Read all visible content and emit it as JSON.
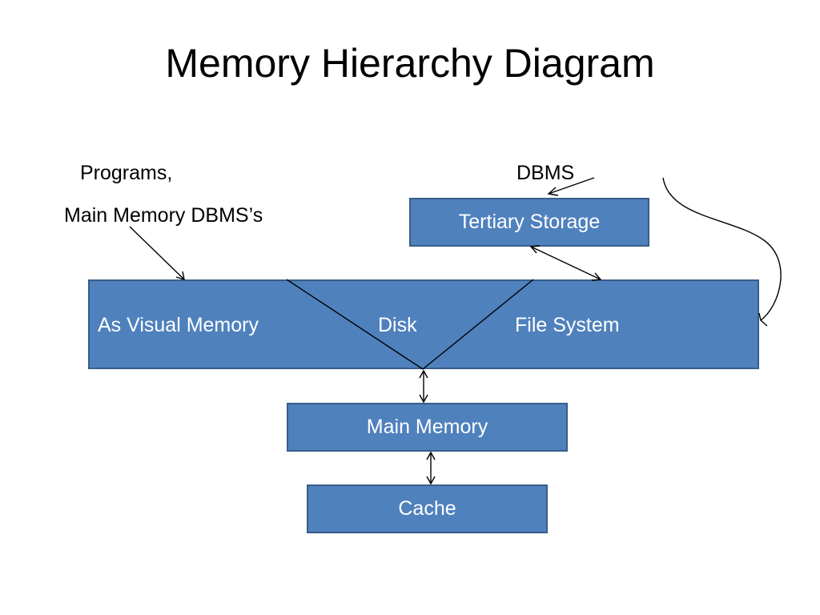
{
  "title": "Memory Hierarchy Diagram",
  "labels": {
    "programs": "Programs,",
    "main_memory_dbms": "Main Memory DBMS’s",
    "dbms": "DBMS"
  },
  "boxes": {
    "tertiary_storage": "Tertiary Storage",
    "big_box": {
      "as_visual_memory": "As Visual Memory",
      "disk": "Disk",
      "file_system": "File System"
    },
    "main_memory": "Main Memory",
    "cache": "Cache"
  },
  "colors": {
    "box_fill": "#4f81bd",
    "box_border": "#385d8a",
    "box_text": "#ffffff",
    "text": "#000000",
    "line": "#000000"
  }
}
